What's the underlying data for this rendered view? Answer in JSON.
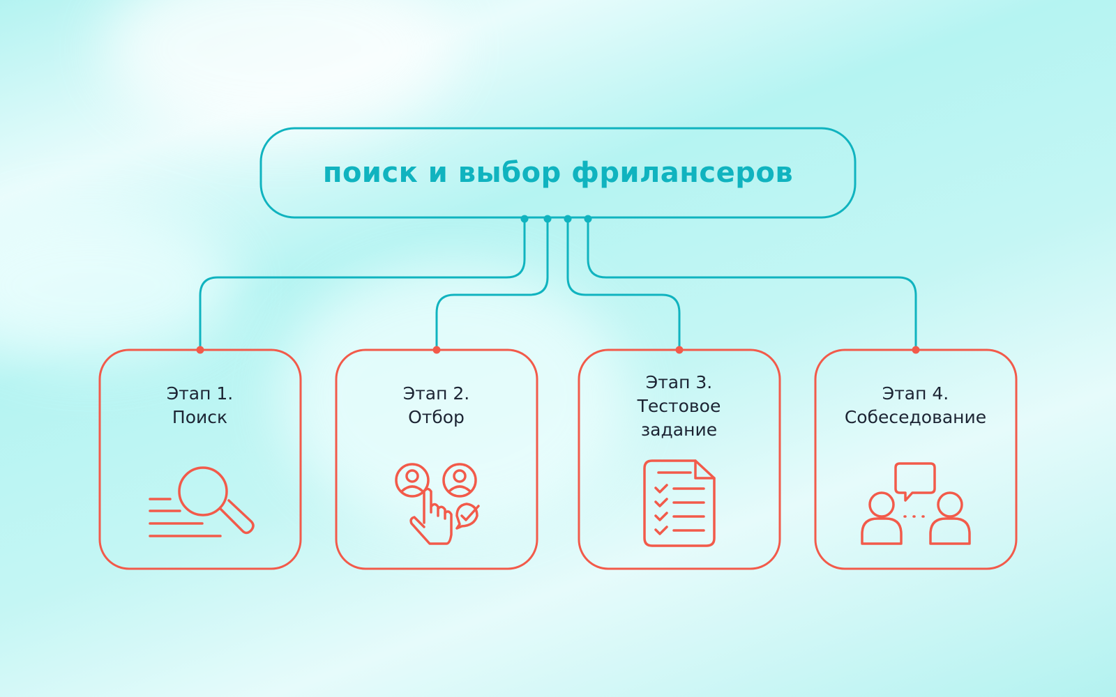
{
  "title": "поиск и выбор фрилансеров",
  "colors": {
    "teal": "#10b3bf",
    "red": "#f25a4a",
    "text": "#1c2433"
  },
  "stages": [
    {
      "label_line1": "Этап 1.",
      "label_line2": "Поиск",
      "icon": "magnifier-icon"
    },
    {
      "label_line1": "Этап 2.",
      "label_line2": "Отбор",
      "icon": "select-candidates-icon"
    },
    {
      "label_line1": "Этап 3.",
      "label_line2": "Тестовое",
      "label_line3": "задание",
      "icon": "checklist-document-icon"
    },
    {
      "label_line1": "Этап 4.",
      "label_line2": "Собеседование",
      "icon": "interview-chat-icon"
    }
  ]
}
